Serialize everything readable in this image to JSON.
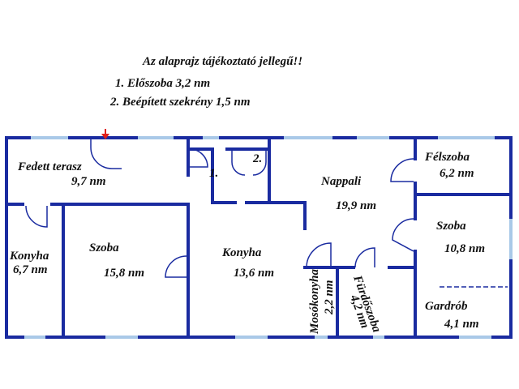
{
  "notes": {
    "disclaimer": "Az alaprajz tájékoztató jellegű!!",
    "item1": "1. Előszoba 3,2 nm",
    "item2": "2. Beépített szekrény 1,5 nm"
  },
  "markers": {
    "m1": "1.",
    "m2": "2."
  },
  "rooms": {
    "terasz": {
      "name": "Fedett terasz",
      "area": "9,7 nm"
    },
    "konyha_l": {
      "name": "Konyha",
      "area": "6,7 nm"
    },
    "szoba_l": {
      "name": "Szoba",
      "area": "15,8 nm"
    },
    "konyha_c": {
      "name": "Konyha",
      "area": "13,6 nm"
    },
    "nappali": {
      "name": "Nappali",
      "area": "19,9 nm"
    },
    "felszoba": {
      "name": "Félszoba",
      "area": "6,2 nm"
    },
    "szoba_r": {
      "name": "Szoba",
      "area": "10,8 nm"
    },
    "gardrob": {
      "name": "Gardrób",
      "area": "4,1 nm"
    },
    "mosokonyha": {
      "name": "Mosókonyha",
      "area": "2,2 nm"
    },
    "furdo": {
      "name": "Fürdőszoba",
      "area": "4,2 nm"
    }
  },
  "colors": {
    "wall": "#1a2ba0",
    "window": "#a9c9e8",
    "door": "#1a2ba0",
    "entrance_arrow": "#e0201a"
  }
}
